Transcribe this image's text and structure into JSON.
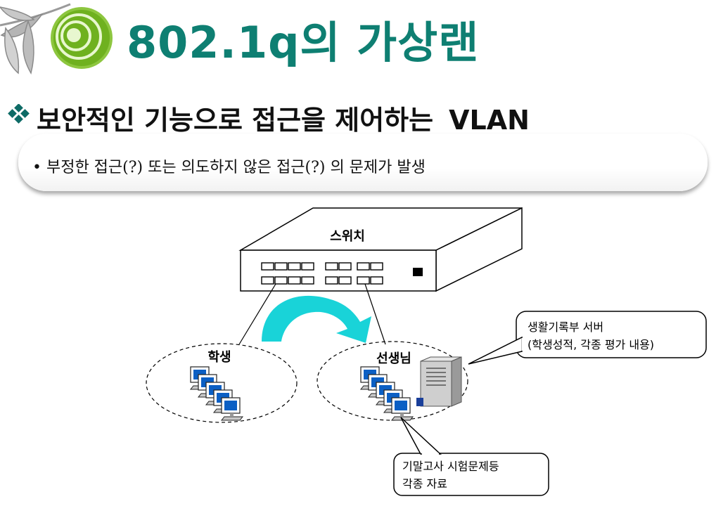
{
  "slide": {
    "title": "802.1q의 가상랜",
    "heading": "보안적인 기능으로 접근을 제어하는",
    "heading_suffix": "VLAN",
    "bullet": "• 부정한 접근(?) 또는 의도하지 않은 접근(?) 의 문제가 발생"
  },
  "diagram": {
    "switch_label": "스위치",
    "student_label": "학생",
    "teacher_label": "선생님",
    "server_callout": [
      "생활기록부 서버",
      "(학생성적, 각종 평가 내용)"
    ],
    "pc_callout": [
      "기말고사 시험문제등",
      "각종 자료"
    ]
  },
  "icons": {
    "slide_logo": "concentric-circles-logo",
    "leaf_decoration": "leaf-branch-decoration",
    "bullet_marker": "diamond-cluster-bullet",
    "arrow": "curved-cyan-arrow",
    "server": "server-tower-icon",
    "pc": "desktop-computer-icon"
  },
  "colors": {
    "title": "#0e7f72",
    "logo_green": "#8dc63f",
    "arrow_cyan": "#19d3d8",
    "bullet_marker": "#0e6b66"
  }
}
